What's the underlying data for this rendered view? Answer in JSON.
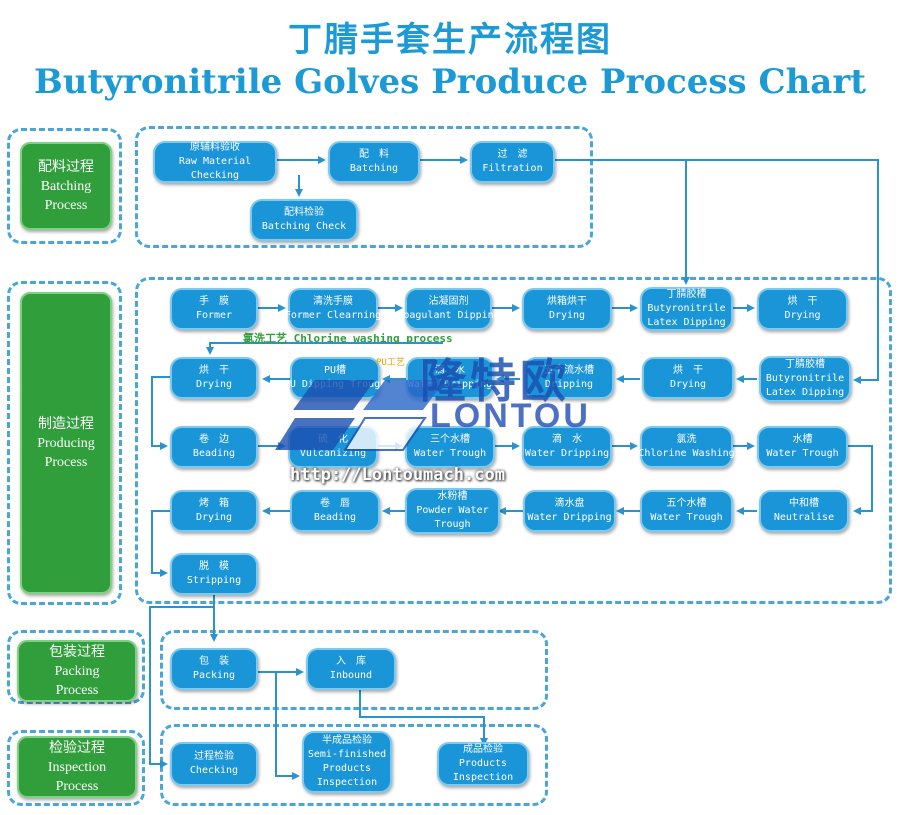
{
  "title": {
    "cn": "丁腈手套生产流程图",
    "en": "Butyronitrile Golves Produce Process Chart"
  },
  "stages": [
    {
      "cn": "配料过程",
      "en1": "Batching",
      "en2": "Process"
    },
    {
      "cn": "制造过程",
      "en1": "Producing",
      "en2": "Process"
    },
    {
      "cn": "包装过程",
      "en1": "Packing",
      "en2": "Process"
    },
    {
      "cn": "检验过程",
      "en1": "Inspection",
      "en2": "Process"
    }
  ],
  "nodes": {
    "raw_material": {
      "cn": "原辅料验收",
      "en1": "Raw Material",
      "en2": "Checking"
    },
    "batching": {
      "cn": "配　料",
      "en1": "Batching"
    },
    "filtration": {
      "cn": "过　滤",
      "en1": "Filtration"
    },
    "batching_check": {
      "cn": "配料检验",
      "en1": "Batching Check"
    },
    "former": {
      "cn": "手　膜",
      "en1": "Former"
    },
    "former_cleaning": {
      "cn": "清洗手膜",
      "en1": "Former Clearning"
    },
    "coagulant": {
      "cn": "沾凝固剂",
      "en1": "Coagulant Dipping"
    },
    "drying1": {
      "cn": "烘箱烘干",
      "en1": "Drying"
    },
    "latex1": {
      "cn": "丁腈胶槽",
      "en1": "Butyronitrile",
      "en2": "Latex Dipping"
    },
    "drying2": {
      "cn": "烘　干",
      "en1": "Drying"
    },
    "drying_r2a": {
      "cn": "烘　干",
      "en1": "Drying"
    },
    "pu_dipping": {
      "cn": "PU槽",
      "en1": "PU Dipping Trough"
    },
    "water_dripping1": {
      "cn": "滴　水",
      "en1": "Water Dripping"
    },
    "dripping_five": {
      "cn": "五个流水槽",
      "en1": "Dripping"
    },
    "drying_r2b": {
      "cn": "烘　干",
      "en1": "Drying"
    },
    "latex2": {
      "cn": "丁腈胶槽",
      "en1": "Butyronitrile",
      "en2": "Latex Dipping"
    },
    "beading1": {
      "cn": "卷　边",
      "en1": "Beading"
    },
    "vulcanizing": {
      "cn": "硫　化",
      "en1": "Vulcanizing"
    },
    "water_trough3": {
      "cn": "三个水槽",
      "en1": "Water Trough"
    },
    "water_dripping2": {
      "cn": "滴　水",
      "en1": "Water Dripping"
    },
    "chlorine_washing": {
      "cn": "氯洗",
      "en1": "Chlorine Washing"
    },
    "water_trough1": {
      "cn": "水槽",
      "en1": "Water Trough"
    },
    "drying_oven": {
      "cn": "烤　箱",
      "en1": "Drying"
    },
    "beading2": {
      "cn": "卷　唇",
      "en1": "Beading"
    },
    "powder_trough": {
      "cn": "水粉槽",
      "en1": "Powder Water",
      "en2": "Trough"
    },
    "water_dripping3": {
      "cn": "滴水盘",
      "en1": "Water Dripping"
    },
    "water_trough5": {
      "cn": "五个水槽",
      "en1": "Water Trough"
    },
    "neutralise": {
      "cn": "中和槽",
      "en1": "Neutralise"
    },
    "stripping": {
      "cn": "脱　模",
      "en1": "Stripping"
    },
    "packing": {
      "cn": "包　装",
      "en1": "Packing"
    },
    "inbound": {
      "cn": "入　库",
      "en1": "Inbound"
    },
    "checking": {
      "cn": "过程检验",
      "en1": "Checking"
    },
    "semi_inspection": {
      "cn": "半成品检验",
      "en1": "Semi-finished",
      "en2": "Products",
      "en3": "Inspection"
    },
    "final_inspection": {
      "cn": "成品检验",
      "en1": "Products",
      "en2": "Inspection"
    }
  },
  "annotations": {
    "chlorine_process": "氯洗工艺 Chlorine washing process",
    "pu_process": "PU工艺"
  },
  "watermark": {
    "cn": "隆特欧",
    "en": "LONTOU",
    "url": "http://Lontoumach.com"
  },
  "colors": {
    "node_blue": "#1a95d8",
    "stage_green": "#2f9e3b",
    "title_blue": "#1b9ad6",
    "annotation_green": "#2f9e3b",
    "annotation_orange": "#e8a000"
  }
}
